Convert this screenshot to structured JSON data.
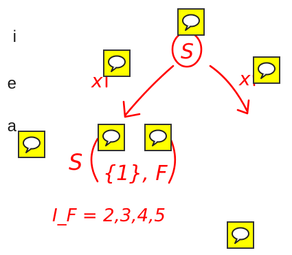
{
  "left_margin_letters": [
    "i",
    "e",
    "a"
  ],
  "annotations": {
    "root_label": "S",
    "left_edge_label": "x",
    "right_edge_label": "x",
    "node_label": "S",
    "node_contents": "{1}, F",
    "formula": "I_F = 2,3,4,5"
  },
  "icons": {
    "note_icon": "speech-bubble-note-icon",
    "note_color": "#ffff00",
    "ink_color": "#ff0000"
  }
}
